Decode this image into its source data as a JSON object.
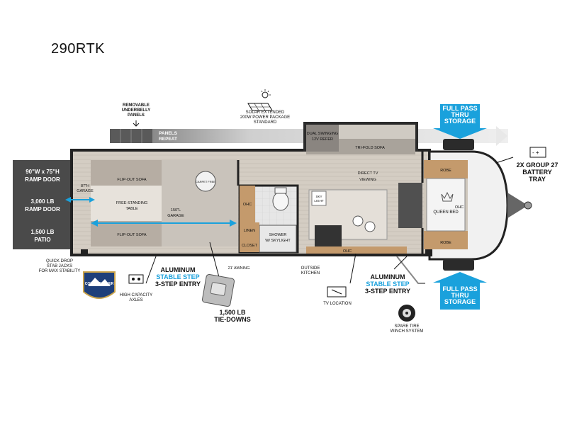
{
  "model": "290RTK",
  "colors": {
    "accent_blue": "#1aa1dc",
    "wall_dark": "#2a2a2a",
    "floor_wood": "#cfc8bd",
    "cabinet": "#c49a6c"
  },
  "labels": {
    "removable_underbelly": [
      "REMOVABLE",
      "UNDERBELLY",
      "PANELS"
    ],
    "panels_repeat": [
      "PANELS",
      "REPEAT"
    ],
    "solar": [
      "SOLAR EXTENDED",
      "200W POWER PACKAGE",
      "STANDARD"
    ],
    "full_pass_top": [
      "FULL PASS",
      "THRU",
      "STORAGE"
    ],
    "full_pass_bottom": [
      "FULL PASS",
      "THRU",
      "STORAGE"
    ],
    "battery": [
      "2X GROUP 27",
      "BATTERY",
      "TRAY"
    ],
    "ramp_door_size": [
      "90\"W x 75\"H",
      "RAMP DOOR"
    ],
    "ramp_door_capacity": [
      "3,000 LB",
      "RAMP DOOR"
    ],
    "patio": [
      "1,500 LB",
      "PATIO"
    ],
    "garage_height": [
      "87\"H",
      "GARAGE"
    ],
    "flip_out_sofa_top": "FLIP-OUT SOFA",
    "flip_out_sofa_bottom": "FLIP-OUT SOFA",
    "free_standing_table": [
      "FREE-STANDING",
      "TABLE"
    ],
    "garage_length": [
      "150\"L",
      "GARAGE"
    ],
    "carpet_free": "CARPET FREE",
    "dual_swinging_refer": [
      "DUAL SWINGING",
      "12V REFER"
    ],
    "tri_fold_sofa": "TRI-FOLD SOFA",
    "direct_tv": [
      "DIRECT TV",
      "VIEWING"
    ],
    "sky_light": [
      "SKY",
      "LIGHT"
    ],
    "ohc_left": "OHC",
    "ohc_bottom": "OHC",
    "ohc_bed": "OHC",
    "linen": "LINEN",
    "closet": "CLOSET",
    "shower": [
      "SHOWER",
      "W/ SKYLIGHT"
    ],
    "queen_bed": "QUEEN BED",
    "robe_top": "ROBE",
    "robe_bottom": "ROBE",
    "quick_drop": [
      "QUICK DROP",
      "STAB JACKS",
      "FOR MAX STABILITY"
    ],
    "cold_weather": "COLD WEATHER",
    "high_capacity_axles": [
      "HIGH CAPACITY",
      "AXLES"
    ],
    "aluminum_left": [
      "ALUMINUM",
      "STABLE STEP",
      "3-STEP ENTRY"
    ],
    "awning": "21' AWNING",
    "outside_kitchen": [
      "OUTSIDE",
      "KITCHEN"
    ],
    "aluminum_right": [
      "ALUMINUM",
      "STABLE STEP",
      "3-STEP ENTRY"
    ],
    "tie_downs": [
      "1,500 LB",
      "TIE-DOWNS"
    ],
    "tv_location": "TV LOCATION",
    "spare_tire": [
      "SPARE TIRE",
      "WINCH SYSTEM"
    ]
  }
}
